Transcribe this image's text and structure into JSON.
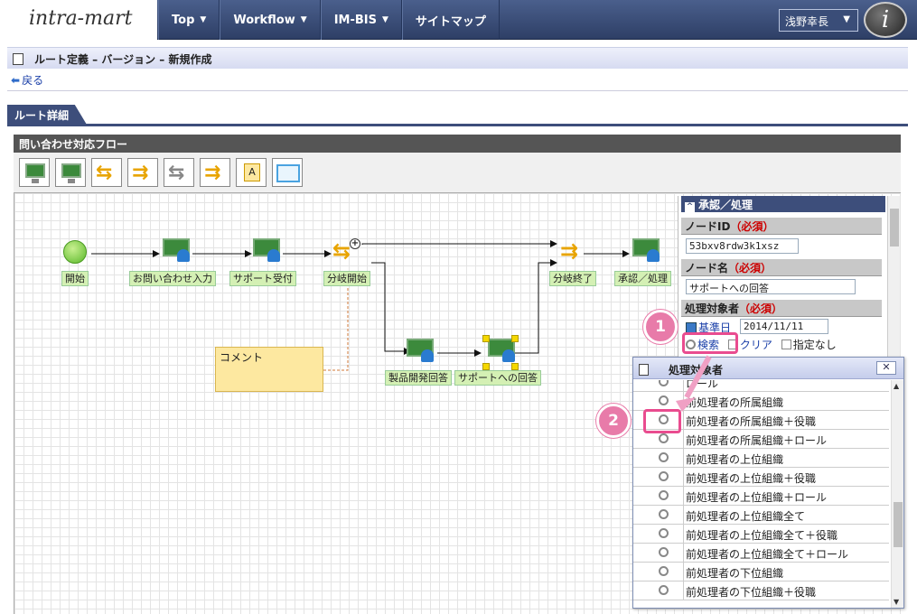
{
  "header": {
    "logo": "intra-mart",
    "nav": [
      {
        "label": "Top"
      },
      {
        "label": "Workflow"
      },
      {
        "label": "IM-BIS"
      },
      {
        "label": "サイトマップ"
      }
    ],
    "user": "浅野幸長"
  },
  "page": {
    "title": "ルート定義 – バージョン – 新規作成",
    "back": "戻る",
    "tab": "ルート詳細",
    "flow_title": "問い合わせ対応フロー"
  },
  "flow": {
    "nodes": {
      "start": "開始",
      "inquiry": "お問い合わせ入力",
      "support_accept": "サポート受付",
      "branch_start": "分岐開始",
      "branch_end": "分岐終了",
      "approve": "承認／処理",
      "product_dev": "製品開発回答",
      "support_reply": "サポートへの回答"
    },
    "comment": "コメント"
  },
  "props": {
    "section": "承認／処理",
    "node_id_label": "ノードID",
    "required": "（必須）",
    "node_id_value": "53bxv8rdw3k1xsz",
    "node_name_label": "ノード名",
    "node_name_value": "サポートへの回答",
    "target_label": "処理対象者",
    "base_date_label": "基準日",
    "base_date_value": "2014/11/11",
    "search": "検索",
    "clear": "クリア",
    "none": "指定なし"
  },
  "callouts": {
    "one": "1",
    "two": "2"
  },
  "popup": {
    "title": "処理対象者",
    "close": "✕",
    "rows": [
      "ロール",
      "前処理者の所属組織",
      "前処理者の所属組織＋役職",
      "前処理者の所属組織＋ロール",
      "前処理者の上位組織",
      "前処理者の上位組織＋役職",
      "前処理者の上位組織＋ロール",
      "前処理者の上位組織全て",
      "前処理者の上位組織全て＋役職",
      "前処理者の上位組織全て＋ロール",
      "前処理者の下位組織",
      "前処理者の下位組織＋役職"
    ]
  },
  "colors": {
    "accent": "#3d4e7b",
    "highlight": "#e94c8f",
    "badge": "#e87ba9"
  }
}
